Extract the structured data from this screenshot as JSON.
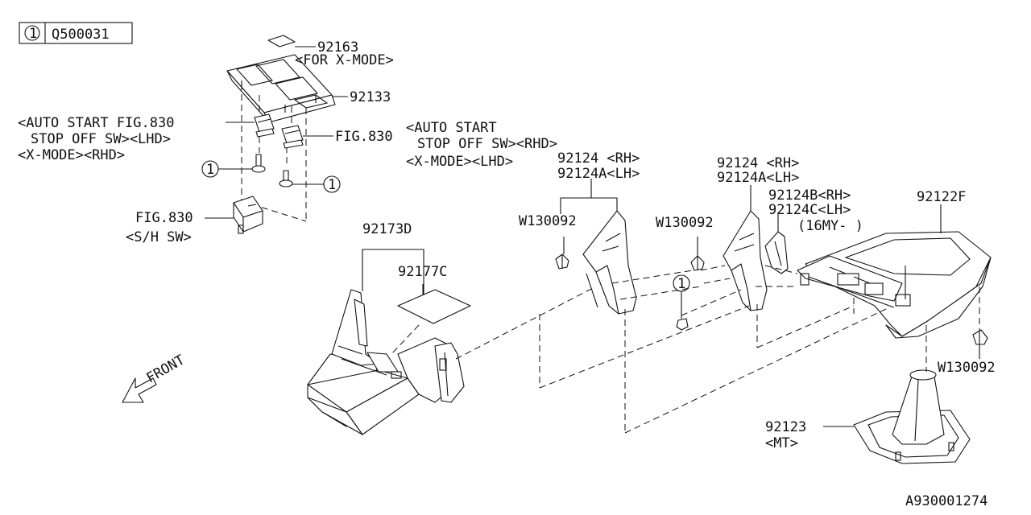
{
  "diagram_id": "A930001274",
  "key_box": {
    "circle_num": "1",
    "part_no": "Q500031"
  },
  "callouts": {
    "c92163": "92163",
    "c92163_note": "<FOR X-MODE>",
    "c92133": "92133",
    "auto_start_lhd_1": "<AUTO START  FIG.830",
    "auto_start_lhd_2": "STOP OFF SW><LHD>",
    "auto_start_lhd_3": "<X-MODE><RHD>",
    "fig830_right": "FIG.830",
    "auto_start_rhd_1": "<AUTO START",
    "auto_start_rhd_2": "STOP OFF SW><RHD>",
    "auto_start_rhd_3": "<X-MODE><LHD>",
    "fig830_sh": "FIG.830",
    "fig830_sh_note": "<S/H SW>",
    "c92173d": "92173D",
    "c92177c": "92177C",
    "w130092_a": "W130092",
    "c92124_rh_a": "92124  <RH>",
    "c92124a_lh_a": "92124A<LH>",
    "c92124_rh_b": "92124  <RH>",
    "c92124a_lh_b": "92124A<LH>",
    "c92124b_rh": "92124B<RH>",
    "c92124c_lh": "92124C<LH>",
    "c16my": "(16MY-  )",
    "w130092_b": "W130092",
    "c92122f": "92122F",
    "w130092_c": "W130092",
    "c92123": "92123",
    "c92123_note": "<MT>",
    "front": "FRONT",
    "screw_ref_1": "1",
    "screw_ref_2": "1",
    "screw_ref_3": "1"
  }
}
